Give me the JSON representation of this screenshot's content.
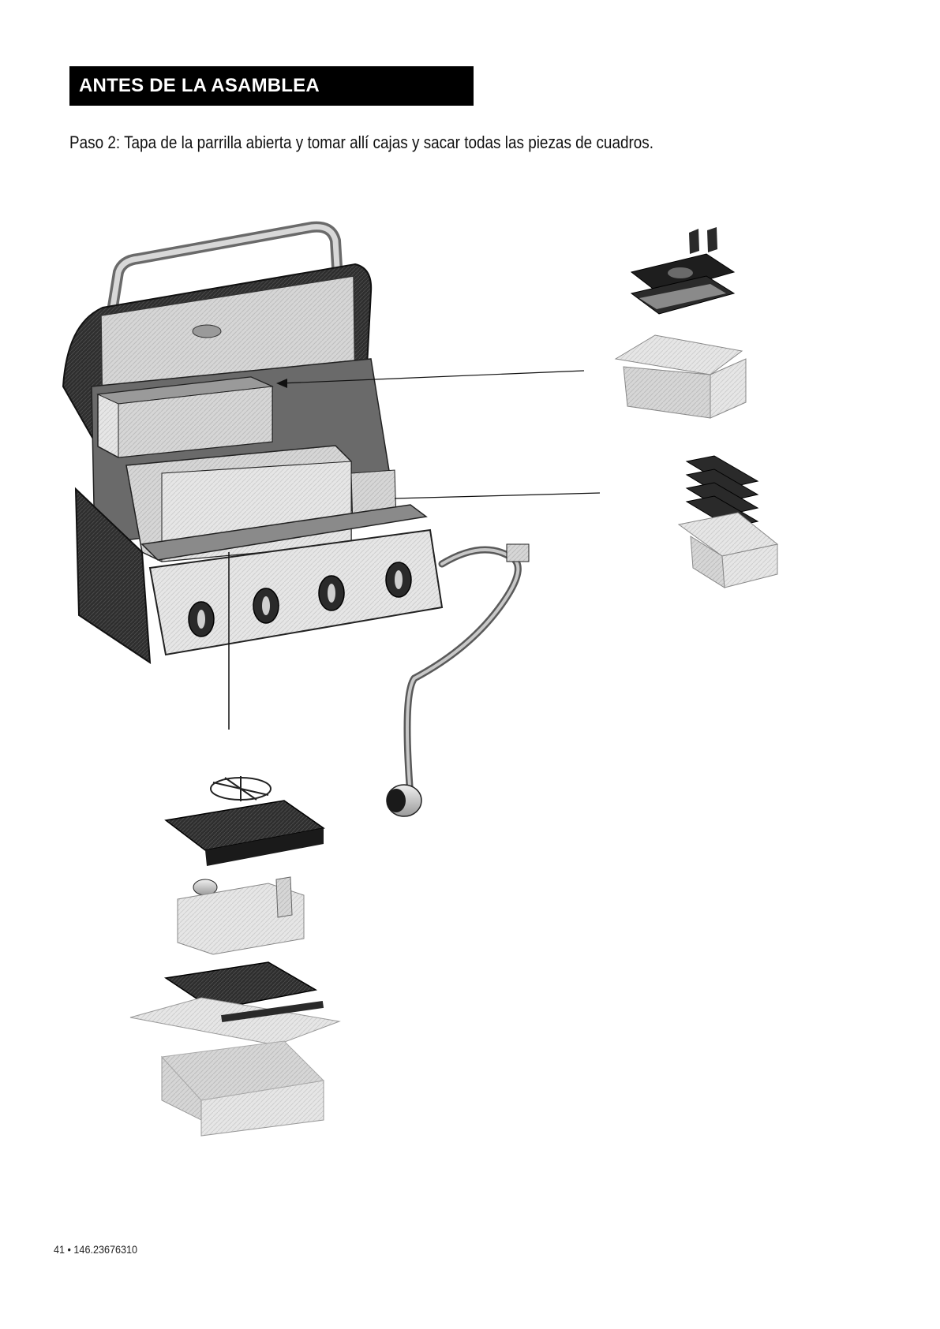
{
  "header": {
    "title": "ANTES DE LA ASAMBLEA"
  },
  "instruction": {
    "text": "Paso 2: Tapa de la parrilla abierta y tomar allí cajas y sacar todas las piezas de cuadros."
  },
  "footer": {
    "page_ref": "41 • 146.23676310"
  },
  "icons": [
    "grill-illustration",
    "grease-tray-box-icon",
    "heat-plates-box-icon",
    "side-burner-box-icon",
    "gas-hose-regulator-icon"
  ],
  "colors": {
    "header_bg": "#000000",
    "header_text": "#ffffff",
    "part_dark": "#2a2a2a",
    "part_mid": "#8a8a8a",
    "part_light": "#dcdcdc"
  }
}
